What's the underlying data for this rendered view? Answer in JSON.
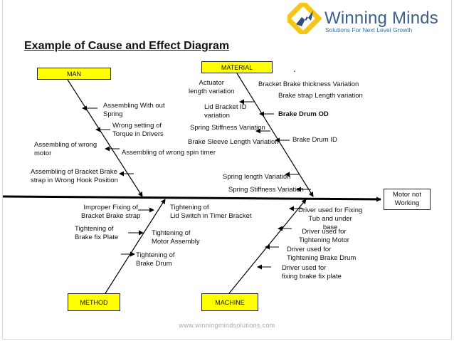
{
  "brand": {
    "name": "Winning Minds",
    "tagline": "Solutions For Next Level Growth"
  },
  "title": "Example of Cause and Effect Diagram",
  "categories": {
    "man": "MAN",
    "material": "MATERIAL",
    "method": "METHOD",
    "machine": "MACHINE"
  },
  "effect": "Motor not Working",
  "causes": {
    "man": [
      "Assembling With out\nSpring",
      "Wrong setting of\nTorque in Drivers",
      "Assembling of wrong\nmotor",
      "Assembling of wrong spin timer",
      "Assembling of Bracket Brake\nstrap in Wrong Hook Position"
    ],
    "material": [
      "Actuator\nlength variation",
      "Bracket Brake thickness Variation",
      "Brake strap Length variation",
      "Lid Bracket ID\nvariation",
      "Brake Drum OD",
      "Spring Stiffness Variation",
      "Brake Sleeve Length Variation",
      "Brake Drum ID",
      "Spring length Variation",
      "Spring Stiffness Variation"
    ],
    "method": [
      "Improper Fixing of\nBracket Brake strap",
      "Tightening of\nLid Switch in Timer Bracket",
      "Tightening of\nBrake fix Plate",
      "Tightening of\nMotor Assembly",
      "Tightening of\nBrake Drum"
    ],
    "machine": [
      "Driver used for Fixing\nTub and under\nbase",
      "Driver used for\nTightening Motor",
      "Driver used for\nTightening Brake Drum",
      "Driver used for\nfixing brake fix plate"
    ]
  },
  "footer": "www.winningmindsolutions.com",
  "colors": {
    "category_fill": "#ffff00",
    "brand_blue": "#3b5e8a",
    "line": "#000000"
  }
}
